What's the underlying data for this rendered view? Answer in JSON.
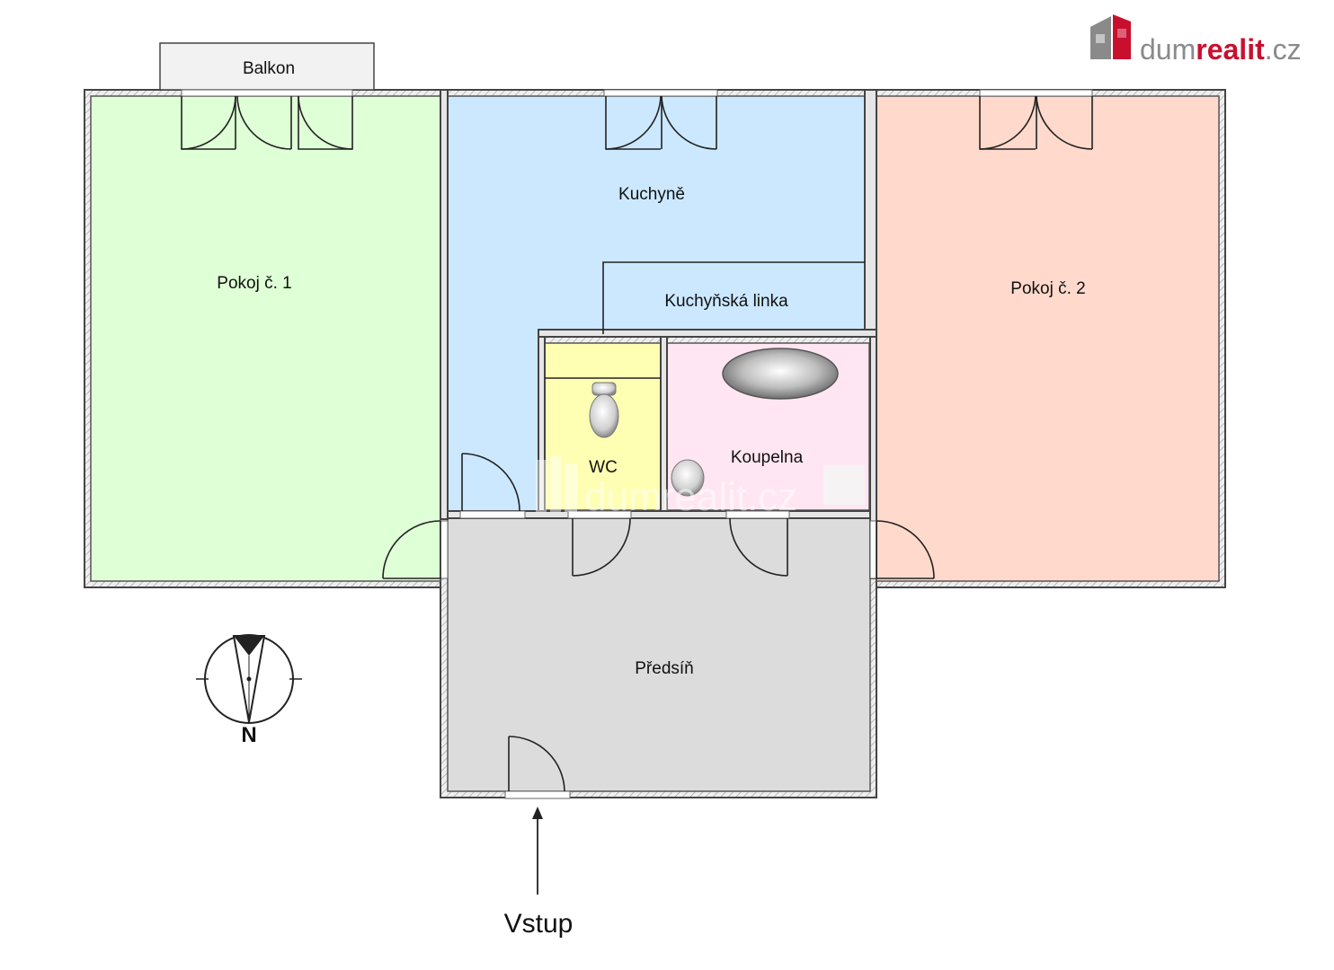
{
  "colors": {
    "room_1": "#dfffd6",
    "kitchen": "#cce8ff",
    "room_2": "#ffd9cc",
    "wc": "#ffffb3",
    "bathroom": "#ffe6f2",
    "hall": "#dcdcdc",
    "balcony": "#f2f2f2",
    "logo_grey": "#8a8a8a",
    "logo_red": "#c8102e"
  },
  "logo": {
    "text_plain": "dum",
    "text_accent": "realit",
    "text_suffix": ".cz"
  },
  "watermark": {
    "text": "dumrealit.cz"
  },
  "rooms": {
    "balcony": "Balkon",
    "room_1": "Pokoj č. 1",
    "kitchen": "Kuchyně",
    "kitchen_unit": "Kuchyňská linka",
    "room_2": "Pokoj č. 2",
    "wc": "WC",
    "bathroom": "Koupelna",
    "hall": "Předsíň"
  },
  "entry": {
    "label": "Vstup"
  },
  "compass": {
    "label": "N"
  }
}
